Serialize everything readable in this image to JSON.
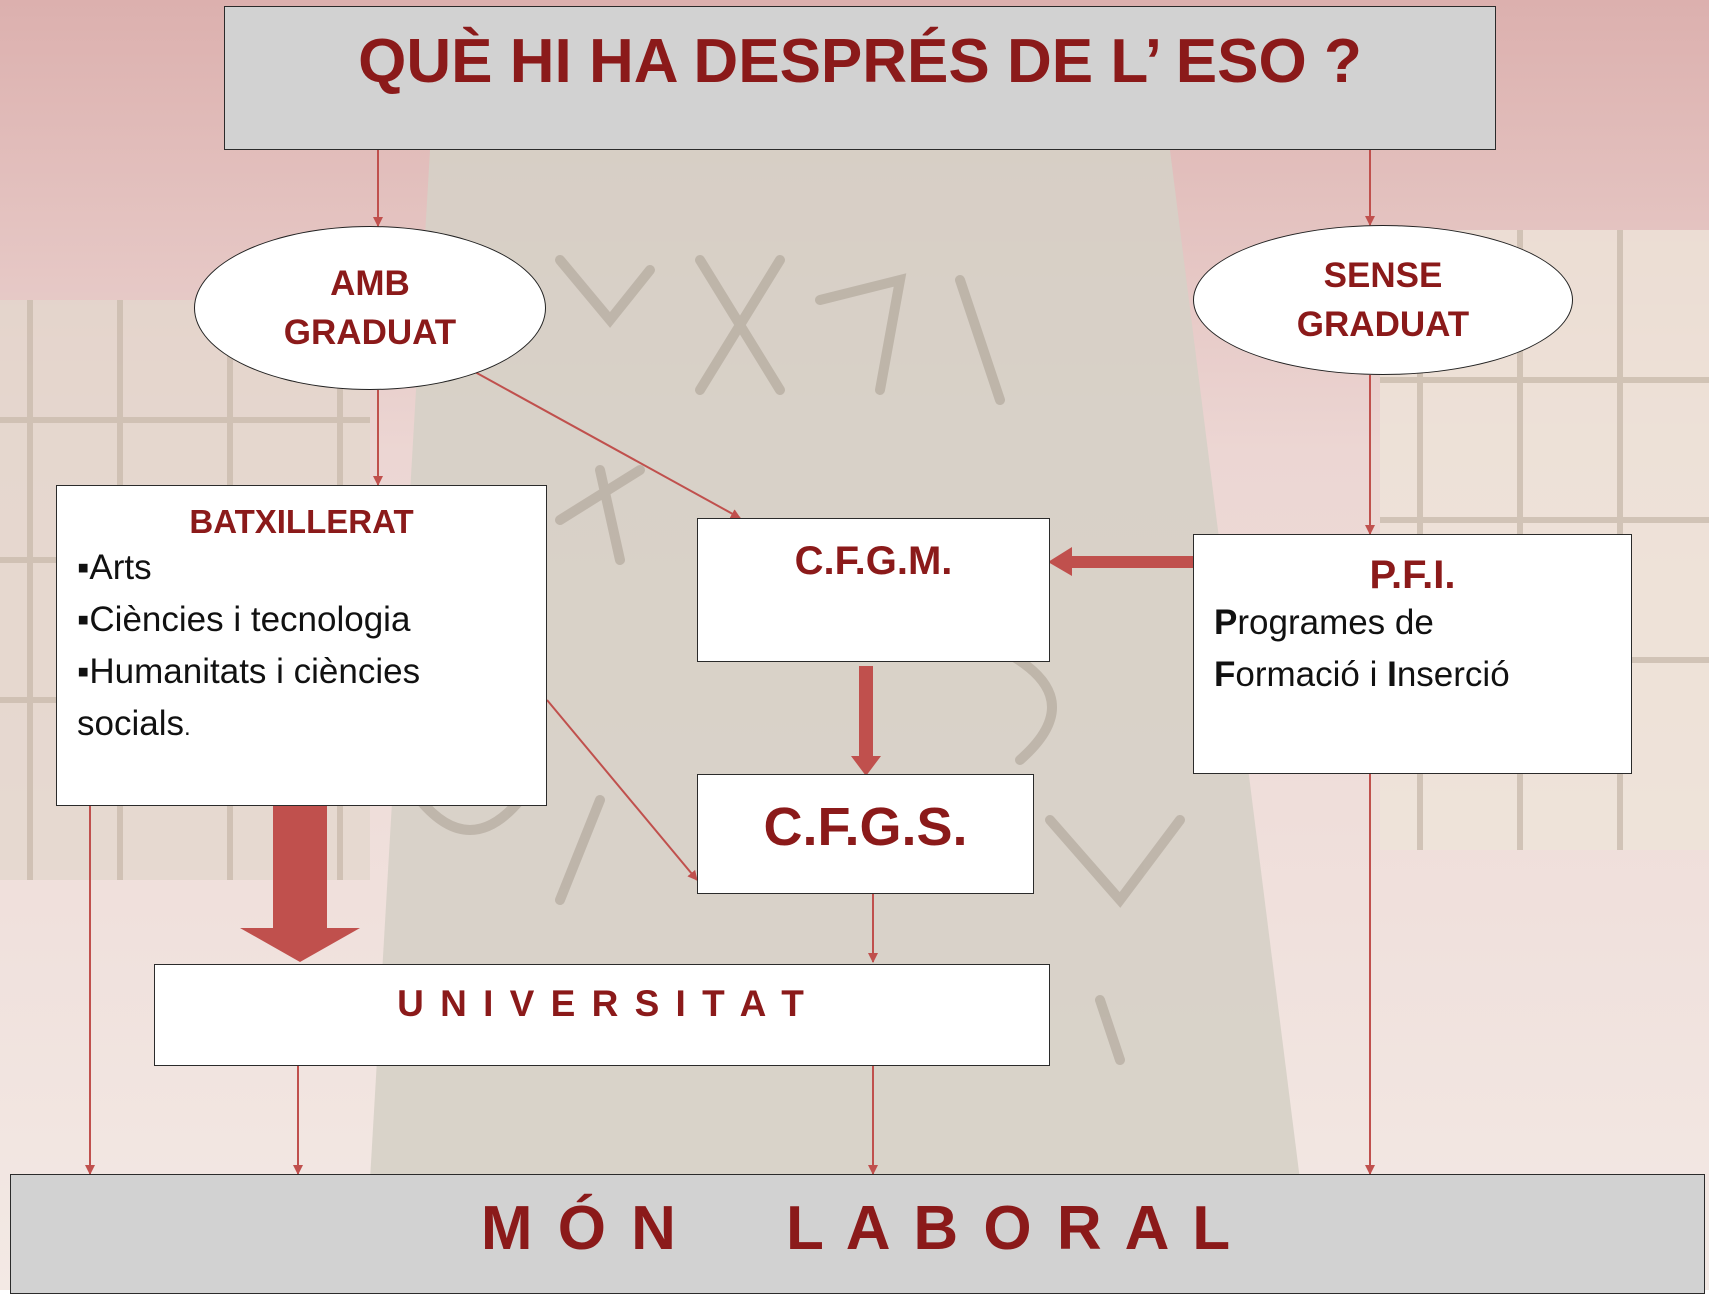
{
  "title": "QUÈ HI HA DESPRÉS DE L’ ESO ?",
  "amb_graduat": [
    "AMB",
    "GRADUAT"
  ],
  "sense_graduat": [
    "SENSE",
    "GRADUAT"
  ],
  "batxillerat": {
    "heading": "BATXILLERAT",
    "items": [
      "▪Arts",
      "▪Ciències i tecnologia",
      "▪Humanitats i ciències"
    ],
    "trailing_line": "socials",
    "trailing_punct": "."
  },
  "cfgm": "C.F.G.M.",
  "cfgs": "C.F.G.S.",
  "pfi": {
    "heading": "P.F.I.",
    "line1_initial": "P",
    "line1_rest": "rogrames de",
    "line2_initial_f": "F",
    "line2_mid": "ormació i ",
    "line2_initial_i": "I",
    "line2_rest": "nserció"
  },
  "universitat": "U N I V E R S I T A T",
  "mon_laboral": "M Ó N     L A B O R A L",
  "colors": {
    "accent": "#8b1a1a",
    "arrow": "#c0504d",
    "panel_grey": "#d2d2d2"
  }
}
